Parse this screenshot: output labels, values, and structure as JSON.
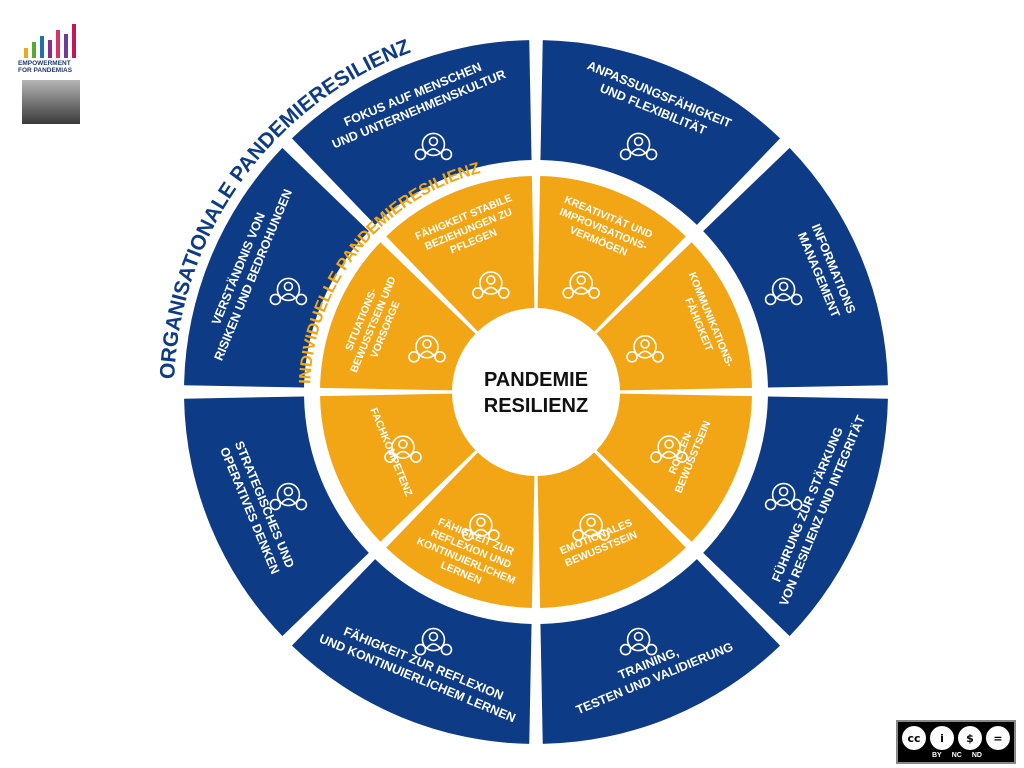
{
  "logo": {
    "text": "EMPOWERMENT\nFOR PANDEMIAS"
  },
  "center": {
    "line1": "PANDEMIE",
    "line2": "RESILIENZ"
  },
  "outer_title": "ORGANISATIONALE PANDEMIERESILIENZ",
  "inner_title": "INDIVIDUELLE PANDEMIERESILIENZ",
  "colors": {
    "navy": "#0d3b85",
    "gold": "#f2a515",
    "white": "#ffffff",
    "outer_title": "#0d3b85",
    "inner_title": "#f2a515"
  },
  "outer_segments": [
    {
      "lines": [
        "FOKUS AUF MENSCHEN",
        "UND UNTERNEHMENSKULTUR"
      ],
      "icon": "people-hands-icon"
    },
    {
      "lines": [
        "ANPASSUNGSFÄHIGKEIT",
        "UND FLEXIBILITÄT"
      ],
      "icon": "signpost-person-icon"
    },
    {
      "lines": [
        "INFORMATIONS",
        "MANAGEMENT"
      ],
      "icon": "gears-refresh-icon"
    },
    {
      "lines": [
        "FÜHRUNG ZUR STÄRKUNG",
        "VON RESILIENZ UND INTEGRITÄT"
      ],
      "icon": "leadership-stairs-icon"
    },
    {
      "lines": [
        "TRAINING,",
        "TESTEN UND VALIDIERUNG"
      ],
      "icon": "thumbs-gears-icon"
    },
    {
      "lines": [
        "FÄHIGKEIT ZUR REFLEXION",
        "UND KONTINUIERLICHEM LERNEN"
      ],
      "icon": "gears-growth-icon"
    },
    {
      "lines": [
        "STRATEGISCHES UND",
        "OPERATIVES DENKEN"
      ],
      "icon": "strategy-head-icon"
    },
    {
      "lines": [
        "VERSTÄNDNIS VON",
        "RISIKEN UND BEDROHUNGEN"
      ],
      "icon": "shield-virus-icon"
    }
  ],
  "inner_segments": [
    {
      "lines": [
        "FÄHIGKEIT STABILE",
        "BEZIEHUNGEN ZU",
        "PFLEGEN"
      ],
      "icon": "network-people-icon"
    },
    {
      "lines": [
        "KREATIVITÄT UND",
        "IMPROVISATIONS-",
        "VERMÖGEN"
      ],
      "icon": "creative-head-icon"
    },
    {
      "lines": [
        "KOMMUNIKATIONS-",
        "FÄHIGKEIT"
      ],
      "icon": "communication-icon"
    },
    {
      "lines": [
        "ROLLEN-",
        "BEWUSSTSEIN"
      ],
      "icon": "role-network-icon"
    },
    {
      "lines": [
        "EMOTIONALES",
        "BEWUSSTSEIN"
      ],
      "icon": "emotion-person-icon"
    },
    {
      "lines": [
        "FÄHIGKEIT ZUR",
        "REFLEXION UND",
        "KONTINUIERLICHEM",
        "LERNEN"
      ],
      "icon": "reflection-book-icon"
    },
    {
      "lines": [
        "FACHKOMPETENZ"
      ],
      "icon": "expert-gears-icon"
    },
    {
      "lines": [
        "SITUATIONS-",
        "BEWUSSTSEIN UND",
        "VORSORGE"
      ],
      "icon": "first-aid-kit-icon"
    }
  ],
  "license": {
    "badges": [
      "cc",
      "i",
      "$",
      "="
    ],
    "labels": [
      "BY",
      "NC",
      "ND"
    ]
  }
}
